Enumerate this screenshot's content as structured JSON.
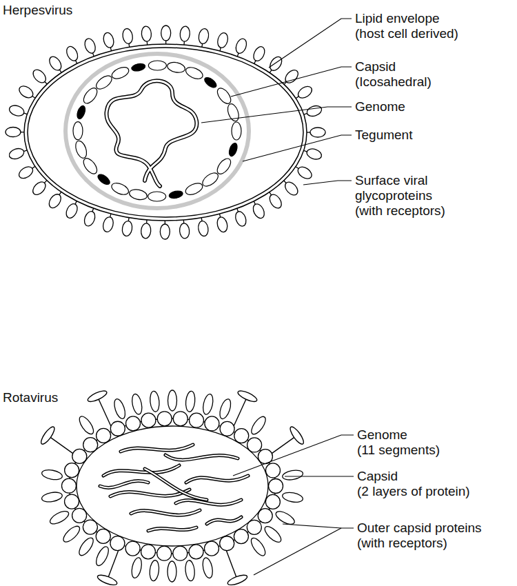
{
  "diagram": {
    "labels": [
      "Herpesvirus",
      "Lipid envelope (host cell derived)",
      "Capsid (Icosahedral)",
      "Genome",
      "Tegument",
      "Surface viral glycoproteins (with receptors)",
      "Rotavirus",
      "Genome (11 segments)",
      "Capsid (2 layers of protein)",
      "Outer capsid proteins (with receptors)"
    ]
  }
}
